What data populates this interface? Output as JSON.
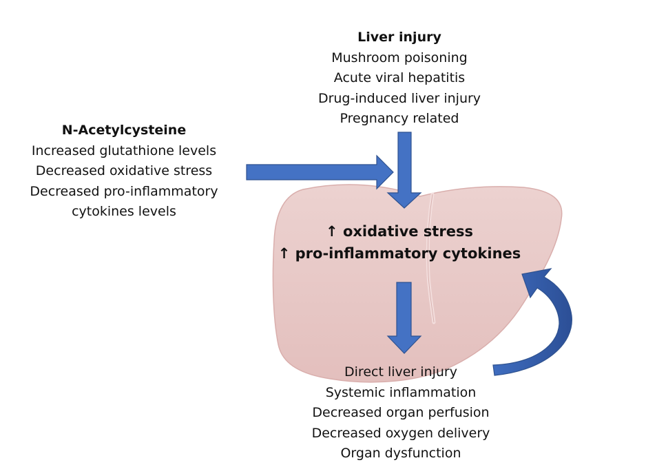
{
  "liver_injury": {
    "heading": "Liver injury",
    "causes": [
      "Mushroom poisoning",
      "Acute viral hepatitis",
      "Drug-induced liver injury",
      "Pregnancy related"
    ]
  },
  "nac": {
    "heading": "N-Acetylcysteine",
    "effects": [
      "Increased glutathione levels",
      "Decreased oxidative stress",
      "Decreased pro-inflammatory",
      "cytokines levels"
    ]
  },
  "liver": {
    "effects": [
      "↑ oxidative stress",
      "↑ pro-inflammatory cytokines"
    ]
  },
  "consequences": [
    "Direct liver injury",
    "Systemic inflammation",
    "Decreased organ perfusion",
    "Decreased oxygen delivery",
    "Organ dysfunction"
  ],
  "colors": {
    "arrow": "#4472c4",
    "arrow_outline": "#2f528f",
    "liver": "#e8c8c6",
    "liver_edge": "#d9aeac"
  }
}
